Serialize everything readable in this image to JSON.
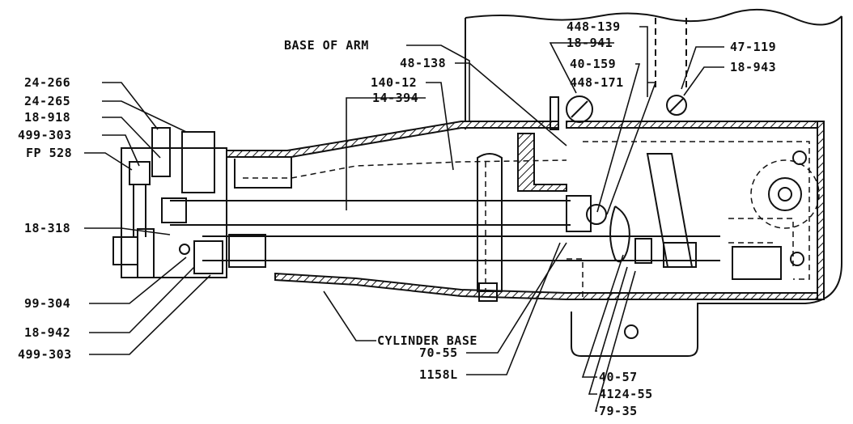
{
  "diagram": {
    "line_color": "#111111",
    "background": "#ffffff",
    "labels": {
      "base_of_arm": "BASE OF ARM",
      "cylinder_base": "CYLINDER BASE",
      "p_24_266": "24-266",
      "p_24_265": "24-265",
      "p_18_918": "18-918",
      "p_499_303_top": "499-303",
      "p_fp528": "FP 528",
      "p_18_318": "18-318",
      "p_99_304": "99-304",
      "p_18_942": "18-942",
      "p_499_303_bottom": "499-303",
      "p_48_138": "48-138",
      "p_140_12": "140-12",
      "p_14_394": "14-394",
      "p_448_139": "448-139",
      "p_18_941": "18-941",
      "p_40_159": "40-159",
      "p_448_171": "448-171",
      "p_47_119": "47-119",
      "p_18_943": "18-943",
      "p_70_55": "70-55",
      "p_1158l": "1158L",
      "p_40_57": "40-57",
      "p_4124_55": "4124-55",
      "p_79_35": "79-35"
    }
  }
}
